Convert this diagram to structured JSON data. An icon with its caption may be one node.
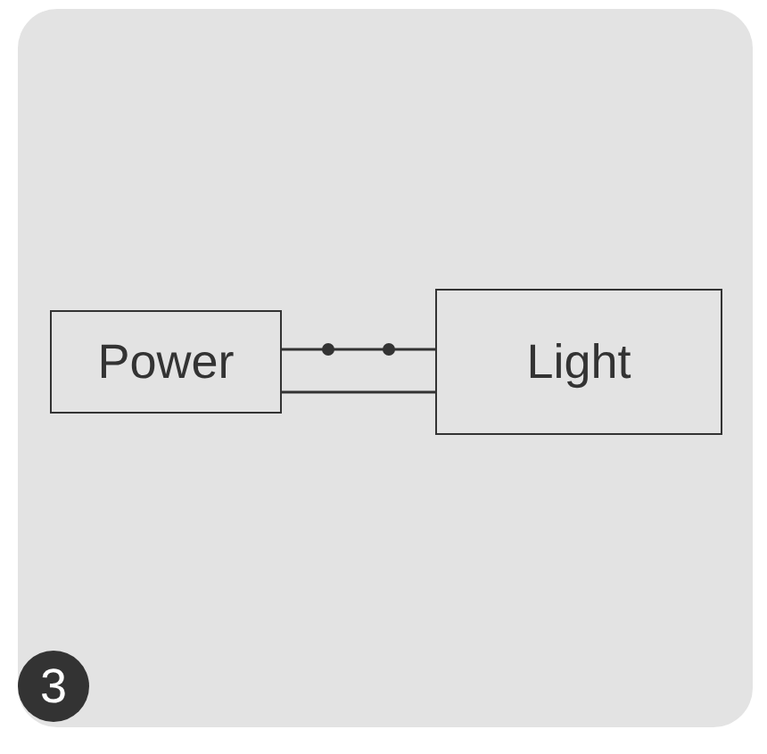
{
  "diagram": {
    "nodes": [
      {
        "text": [
          "Power"
        ]
      },
      {
        "text": [
          "Light"
        ]
      }
    ],
    "edges": [
      {
        "from": 0,
        "to": 1,
        "arrow": "none"
      },
      {
        "from": 0,
        "to": 1,
        "arrow": "none"
      }
    ],
    "labels": [
      "3"
    ]
  }
}
